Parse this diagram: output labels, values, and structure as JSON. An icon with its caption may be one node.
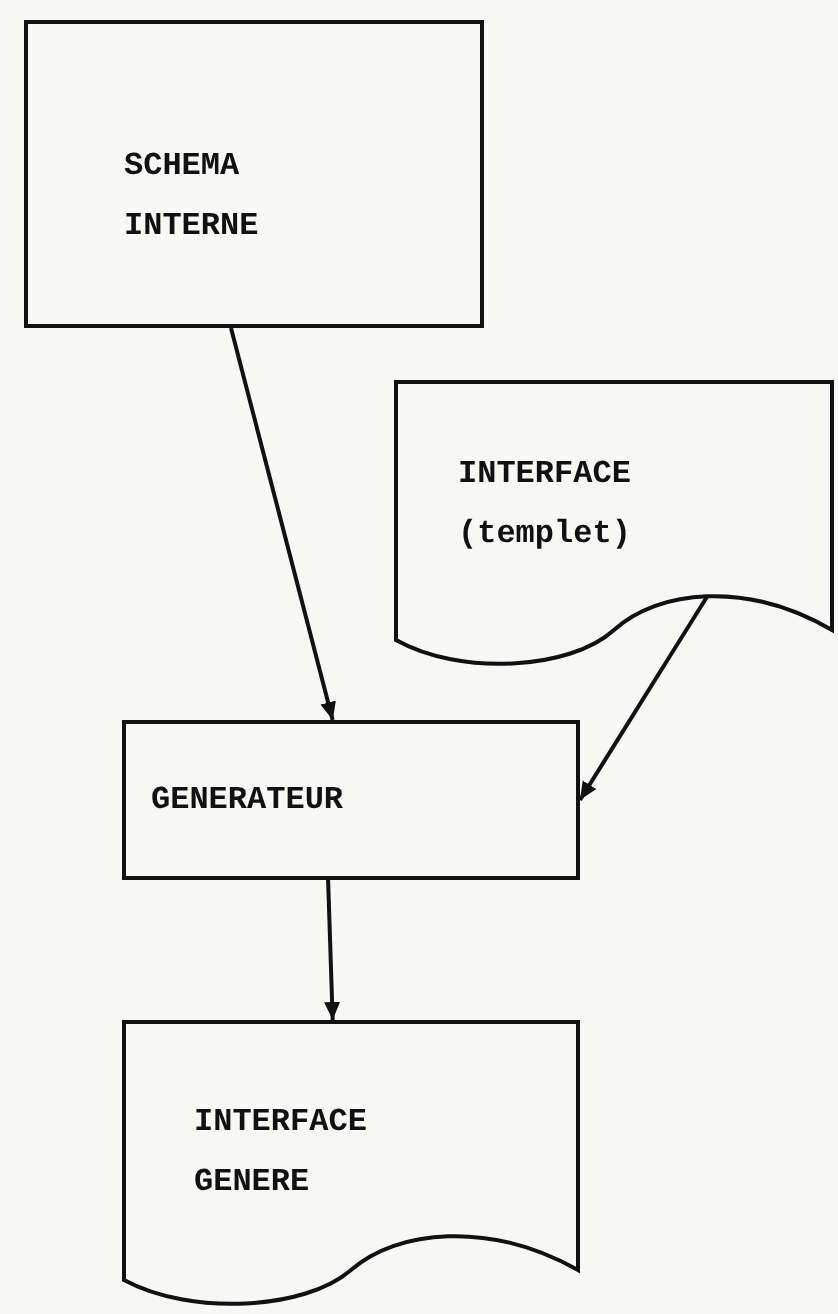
{
  "diagram": {
    "nodes": [
      {
        "text": [
          "SCHEMA INTERNE"
        ]
      },
      {
        "text": [
          "INTERFACE (templet)"
        ]
      },
      {
        "text": [
          "GENERATEUR"
        ]
      },
      {
        "text": [
          "INTERFACE GENERE"
        ]
      }
    ],
    "edges": [
      {
        "from": 0,
        "to": 2,
        "arrow": "to"
      },
      {
        "from": 1,
        "to": 2,
        "arrow": "to"
      },
      {
        "from": 2,
        "to": 3,
        "arrow": "to"
      }
    ]
  }
}
